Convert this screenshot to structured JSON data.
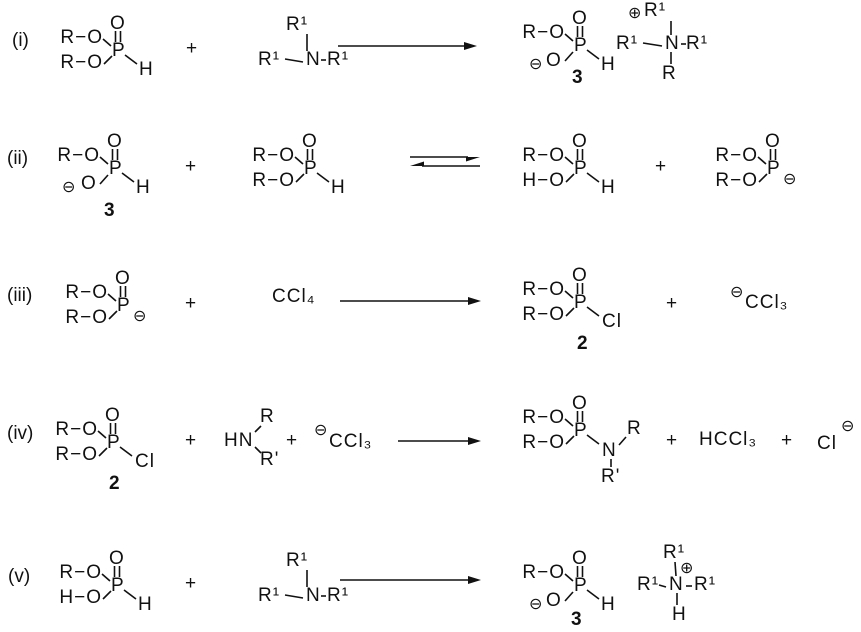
{
  "scheme": {
    "background": "#ffffff",
    "ink": "#111111",
    "rows": [
      {
        "label": "(i)",
        "reactant1": {
          "or_top": "R−O",
          "o_top": "O",
          "p": "P",
          "or_bottom": "R−O",
          "h": "H"
        },
        "plus": "+",
        "amine": {
          "r_top": "R¹",
          "r_left": "R¹",
          "n": "N",
          "r_right": "R¹"
        },
        "product1": {
          "or_top": "R−O",
          "o_top": "O",
          "p": "P",
          "charge": "⊖",
          "o_bottom": "O",
          "h": "H",
          "num": "3"
        },
        "ammonium": {
          "charge": "⊕",
          "r_top": "R¹",
          "r_left": "R¹",
          "n": "N",
          "r_right": "R¹",
          "r_bottom": "R"
        }
      },
      {
        "label": "(ii)",
        "reactant1": {
          "or_top": "R−O",
          "o_top": "O",
          "p": "P",
          "charge": "⊖",
          "o_bottom": "O",
          "h": "H",
          "num": "3"
        },
        "plus1": "+",
        "reactant2": {
          "or_top": "R−O",
          "o_top": "O",
          "p": "P",
          "or_bottom": "R−O",
          "h": "H"
        },
        "product1": {
          "or_top": "R−O",
          "o_top": "O",
          "p": "P",
          "ho_bottom": "H−O",
          "h": "H"
        },
        "plus2": "+",
        "product2": {
          "or_top": "R−O",
          "o_top": "O",
          "p": "P",
          "or_bottom": "R−O",
          "charge": "⊖"
        }
      },
      {
        "label": "(iii)",
        "reactant1": {
          "or_top": "R−O",
          "o_top": "O",
          "p": "P",
          "or_bottom": "R−O",
          "charge": "⊖"
        },
        "plus1": "+",
        "ccl4": "CCl₄",
        "product1": {
          "or_top": "R−O",
          "o_top": "O",
          "p": "P",
          "or_bottom": "R−O",
          "cl": "Cl",
          "num": "2"
        },
        "plus2": "+",
        "ccl3_anion": {
          "charge": "⊖",
          "formula": "CCl₃"
        }
      },
      {
        "label": "(iv)",
        "reactant1": {
          "or_top": "R−O",
          "o_top": "O",
          "p": "P",
          "or_bottom": "R−O",
          "cl": "Cl",
          "num": "2"
        },
        "plus1": "+",
        "amine": {
          "hn": "HN",
          "r": "R",
          "r_prime": "R'"
        },
        "plus2": "+",
        "ccl3_anion": {
          "charge": "⊖",
          "formula": "CCl₃"
        },
        "product1": {
          "or_top": "R−O",
          "o_top": "O",
          "p": "P",
          "or_bottom": "R−O",
          "n": "N",
          "r": "R",
          "r_prime": "R'"
        },
        "plus3": "+",
        "chloroform": "HCCl₃",
        "plus4": "+",
        "chloride": {
          "formula": "Cl",
          "charge": "⊖"
        }
      },
      {
        "label": "(v)",
        "reactant1": {
          "or_top": "R−O",
          "o_top": "O",
          "p": "P",
          "ho_bottom": "H−O",
          "h": "H"
        },
        "plus": "+",
        "amine": {
          "r_top": "R¹",
          "r_left": "R¹",
          "n": "N",
          "r_right": "R¹"
        },
        "product1": {
          "or_top": "R−O",
          "o_top": "O",
          "p": "P",
          "charge": "⊖",
          "o_bottom": "O",
          "h": "H",
          "num": "3"
        },
        "ammonium": {
          "r_top": "R¹",
          "charge": "⊕",
          "r_left": "R¹",
          "n": "N",
          "r_right": "R¹",
          "h_bottom": "H"
        }
      }
    ]
  }
}
